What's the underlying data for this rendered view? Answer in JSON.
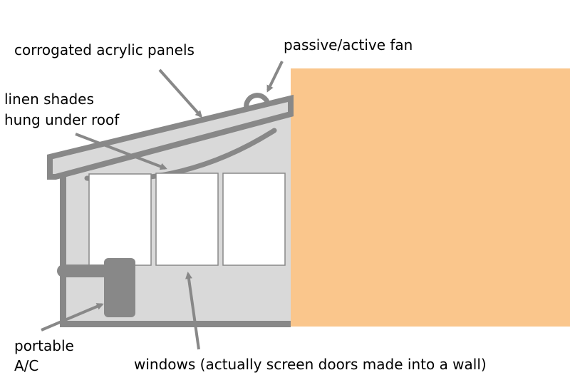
{
  "labels": {
    "roof_panels": "corrogated acrylic panels",
    "fan": "passive/active fan",
    "shades_line1": "linen shades",
    "shades_line2": "hung under roof",
    "ac_line1": "portable",
    "ac_line2": "A/C",
    "windows": "windows (actually screen doors made into a wall)"
  },
  "colors": {
    "house_wall": "#fac68c",
    "room_fill": "#d9d9d9",
    "frame": "#888888",
    "window_fill": "#ffffff",
    "window_border": "#888888",
    "arrow": "#888888",
    "text": "#000000"
  }
}
